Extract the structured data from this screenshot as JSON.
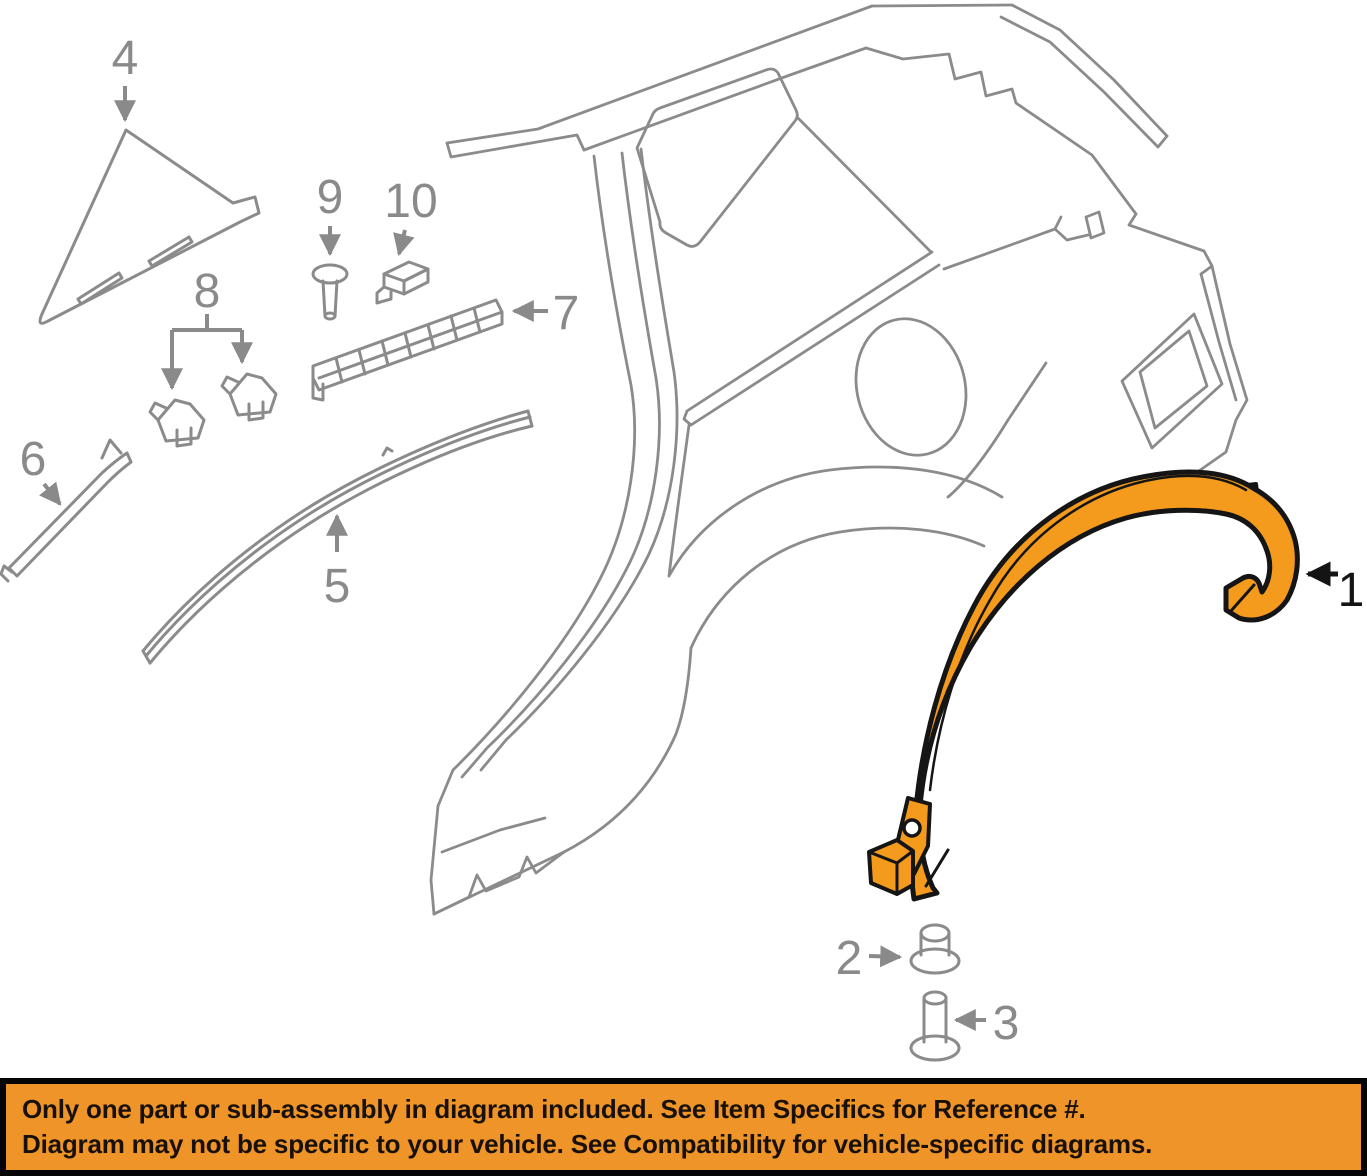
{
  "diagram": {
    "line_color": "#8B8B8B",
    "highlight_color": "#F49B1D",
    "outline_color": "#151515",
    "callouts": {
      "c1": "1",
      "c2": "2",
      "c3": "3",
      "c4": "4",
      "c5": "5",
      "c6": "6",
      "c7": "7",
      "c8": "8",
      "c9": "9",
      "c10": "10"
    }
  },
  "banner": {
    "background": "#EF9428",
    "text_color": "#18100A",
    "line1": "Only one part or sub-assembly in diagram included. See Item Specifics for Reference #.",
    "line2": "Diagram may not be specific to your vehicle. See Compatibility for vehicle-specific diagrams."
  }
}
